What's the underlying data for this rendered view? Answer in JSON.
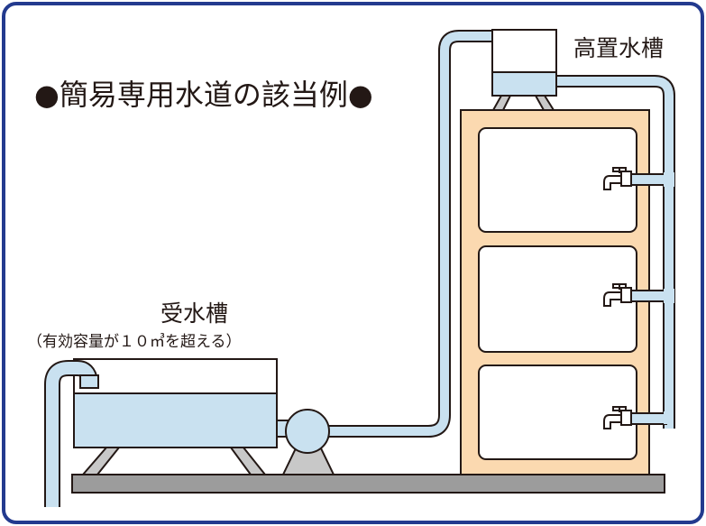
{
  "title": "●簡易専用水道の該当例●",
  "labels": {
    "high_tank": "高置水槽",
    "receiving_tank": "受水槽",
    "receiving_tank_note": "（有効容量が１０㎥を超える）"
  },
  "colors": {
    "border": "#233a8e",
    "water": "#c9e1f0",
    "building": "#fbd9b0",
    "outline": "#231815",
    "base": "#9c9c9c",
    "stand": "#c8c8c8"
  }
}
